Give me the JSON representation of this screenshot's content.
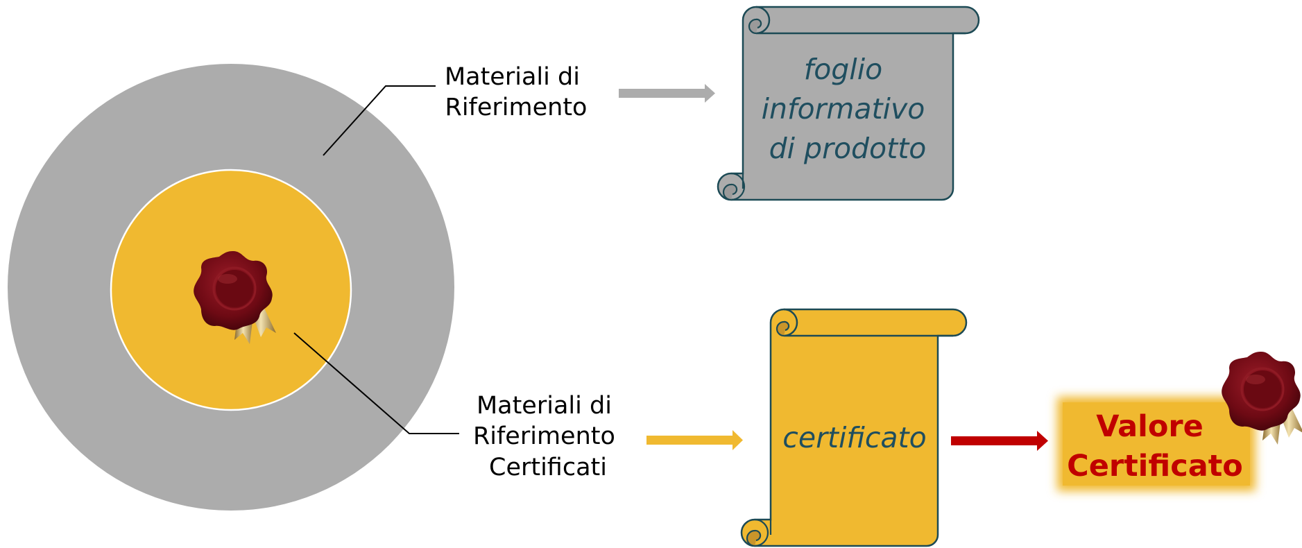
{
  "labels": {
    "reference_materials": [
      "Materiali di",
      "Riferimento"
    ],
    "certified_reference_materials": [
      "Materiali di",
      "Riferimento",
      "Certificati"
    ]
  },
  "documents": {
    "product_info_sheet": [
      "foglio",
      "informativo",
      "di prodotto"
    ],
    "certificate": [
      "certificato"
    ]
  },
  "result": {
    "lines": [
      "Valore",
      "Certificato"
    ]
  },
  "colors": {
    "outer_circle": "#acacac",
    "inner_circle": "#f0b930",
    "gray_scroll": "#acacac",
    "gold_scroll": "#f0b930",
    "scroll_outline": "#1c4a55",
    "scroll_text": "#1f4e5f",
    "gray_arrow": "#acacac",
    "gold_arrow": "#f0b930",
    "red_arrow": "#c00000",
    "value_text": "#c00000",
    "seal": "#6e0a14",
    "ribbon": "#c9a35a"
  },
  "icons": {
    "center_seal": "wax-seal-icon",
    "result_seal": "wax-seal-icon"
  }
}
